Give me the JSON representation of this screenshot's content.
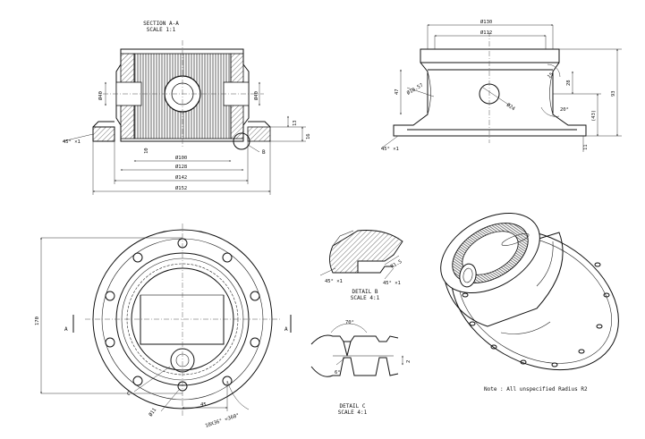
{
  "section_view": {
    "title": "SECTION A-A",
    "scale": "SCALE 1:1",
    "dims": {
      "d40_left": "Ø40",
      "d40_right": "Ø40",
      "d100": "Ø100",
      "d128": "Ø128",
      "d142": "Ø142",
      "d152": "Ø152",
      "angle": "45° ×1",
      "h13": "13",
      "h16": "16",
      "h10": "10",
      "detail_ref": "B"
    }
  },
  "side_view": {
    "dims": {
      "d130": "Ø130",
      "d112": "Ø112",
      "d10_57": "Ø10.57",
      "d24": "Ø24",
      "h47": "47",
      "h28": "28",
      "h93": "93",
      "h43": "(43)",
      "h11": "11",
      "r15": "15",
      "angle20": "20°",
      "angle": "45° ×1"
    }
  },
  "top_view": {
    "dims": {
      "d170": "170",
      "w45": "45",
      "hole": "Ø11",
      "pattern": "10X36° =360°",
      "detail_ref": "C",
      "section_a_left": "A",
      "section_a_right": "A"
    }
  },
  "detail_b": {
    "title": "DETAIL B",
    "scale": "SCALE 4:1",
    "dims": {
      "angle_left": "45° ×1",
      "angle_right": "45° ×1",
      "radius": "R1.5"
    }
  },
  "detail_c": {
    "title": "DETAIL C",
    "scale": "SCALE 4:1",
    "dims": {
      "angle70": "70°",
      "angle6": "6°",
      "h2": "2"
    }
  },
  "note": "Note : All unspecified Radius R2"
}
